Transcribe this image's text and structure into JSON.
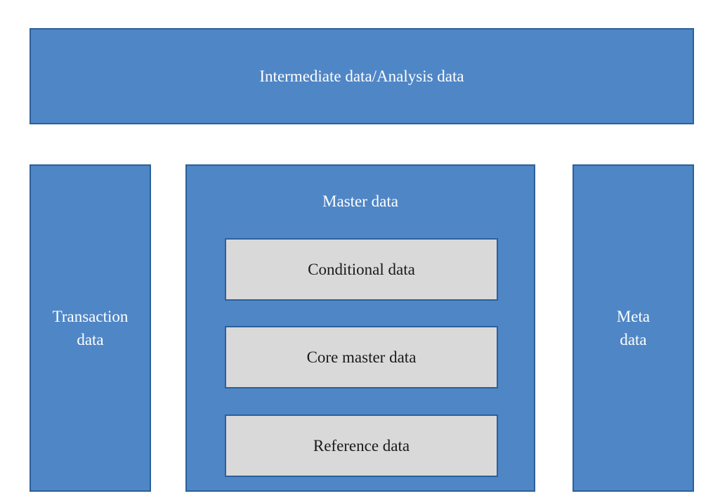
{
  "diagram": {
    "top_box": {
      "label": "Intermediate data/Analysis data"
    },
    "left_box": {
      "label": "Transaction\ndata"
    },
    "right_box": {
      "label": "Meta\ndata"
    },
    "master_box": {
      "label": "Master data",
      "children": [
        {
          "label": "Conditional data"
        },
        {
          "label": "Core master data"
        },
        {
          "label": "Reference data"
        }
      ]
    },
    "colors": {
      "box_fill": "#4f86c6",
      "box_border": "#2e5f9a",
      "inner_fill": "#d9d9d9",
      "outer_text": "#ffffff",
      "inner_text": "#1a1a1a"
    }
  }
}
